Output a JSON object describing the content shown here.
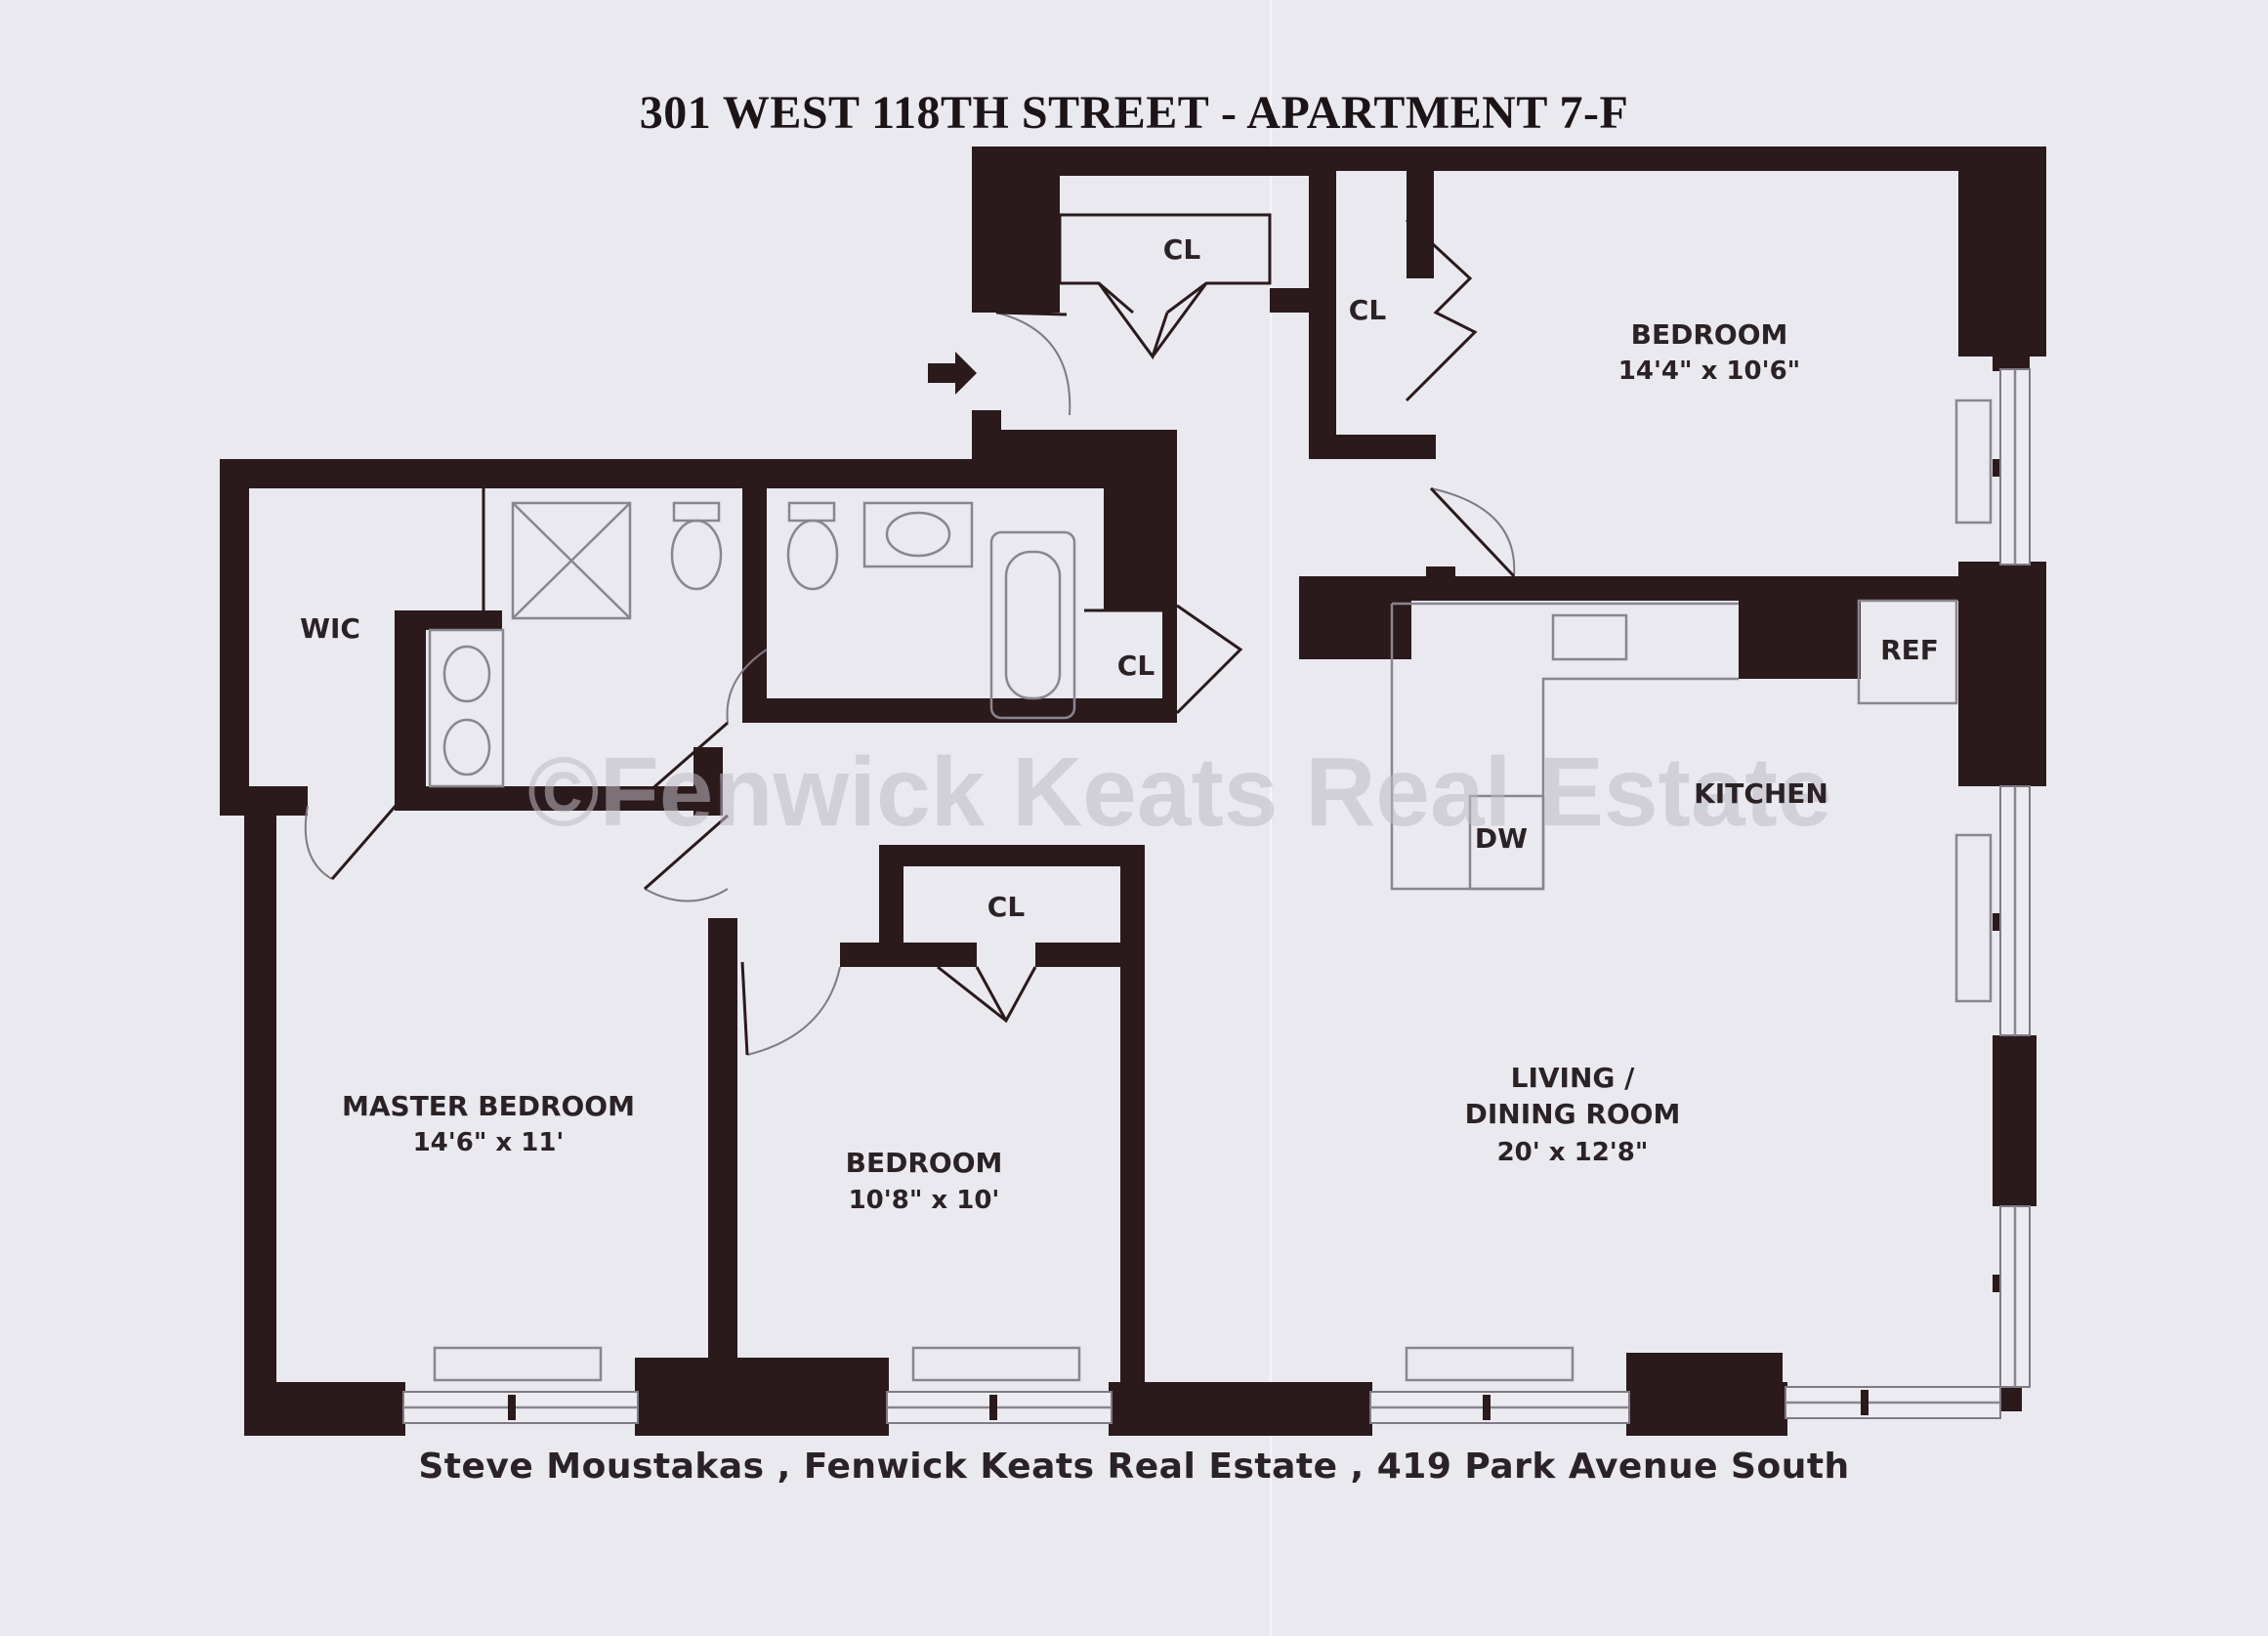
{
  "title": "301 WEST 118TH STREET - APARTMENT 7-F",
  "footer": "Steve Moustakas , Fenwick Keats Real Estate , 419 Park Avenue South",
  "watermark": "©Fenwick Keats Real Estate",
  "rooms": {
    "master_bedroom": {
      "name": "MASTER BEDROOM",
      "dims": "14'6\" x 11'"
    },
    "bedroom_2": {
      "name": "BEDROOM",
      "dims": "10'8\" x 10'"
    },
    "bedroom_3": {
      "name": "BEDROOM",
      "dims": "14'4\" x 10'6\""
    },
    "living": {
      "name_line1": "LIVING /",
      "name_line2": "DINING ROOM",
      "dims": "20' x 12'8\""
    },
    "kitchen": {
      "name": "KITCHEN"
    }
  },
  "labels": {
    "wic": "WIC",
    "closet": "CL",
    "refrigerator": "REF",
    "dishwasher": "DW"
  }
}
